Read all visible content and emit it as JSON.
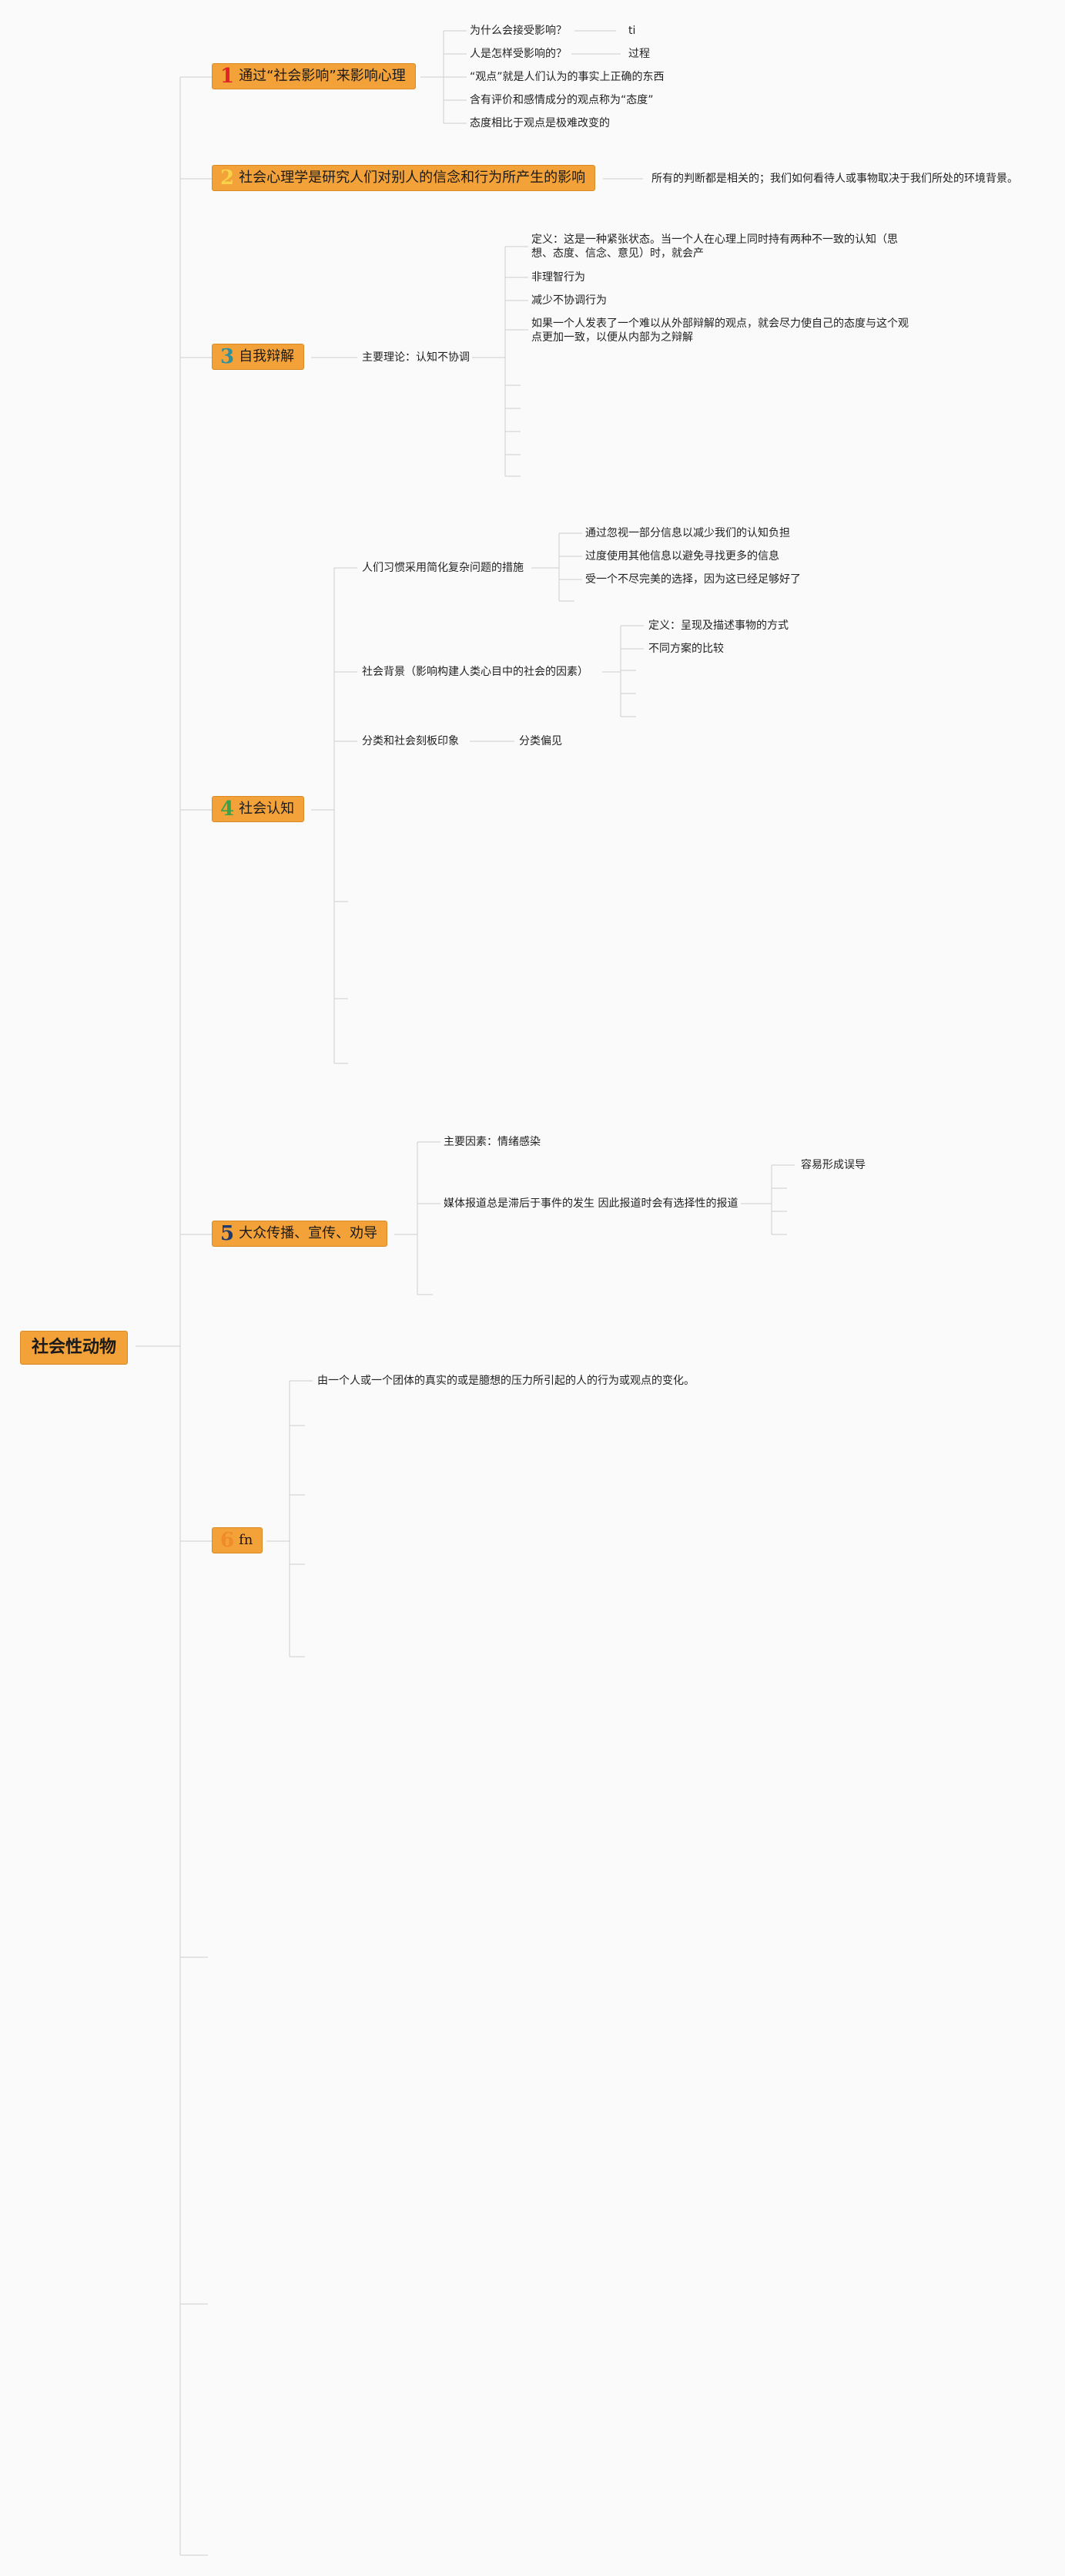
{
  "root": {
    "title": "社会性动物"
  },
  "topics": [
    {
      "num": "1",
      "num_color": "#e0232b",
      "title": "通过“社会影响”来影响心理",
      "children": [
        {
          "text": "为什么会接受影响？",
          "child": "ti"
        },
        {
          "text": "人是怎样受影响的？",
          "child": "过程"
        },
        {
          "text": "“观点”就是人们认为的事实上正确的东西"
        },
        {
          "text": "含有评价和感情成分的观点称为“态度”"
        },
        {
          "text": "态度相比于观点是极难改变的"
        }
      ]
    },
    {
      "num": "2",
      "num_color": "#f7d349",
      "title": "社会心理学是研究人们对别人的信念和行为所产生的影响",
      "note": "所有的判断都是相关的；我们如何看待人或事物取决于我们所处的环境背景。"
    },
    {
      "num": "3",
      "num_color": "#2f8f9d",
      "title": "自我辩解",
      "sub": "主要理论：认知不协调",
      "children": [
        {
          "text": "定义：这是一种紧张状态。当一个人在心理上同时持有两种不一致的认知（思想、态度、信念、意见）时，就会产"
        },
        {
          "text": "非理智行为"
        },
        {
          "text": "减少不协调行为"
        },
        {
          "text": "如果一个人发表了一个难以从外部辩解的观点，就会尽力使自己的态度与这个观点更加一致，以便从内部为之辩解"
        }
      ]
    },
    {
      "num": "4",
      "num_color": "#3aa34a",
      "title": "社会认知",
      "children": [
        {
          "text": "人们习惯采用简化复杂问题的措施",
          "items": [
            "通过忽视一部分信息以减少我们的认知负担",
            "过度使用其他信息以避免寻找更多的信息",
            "受一个不尽完美的选择，因为这已经足够好了"
          ]
        },
        {
          "text": "社会背景（影响构建人类心目中的社会的因素）",
          "items": [
            "定义：呈现及描述事物的方式",
            "不同方案的比较"
          ]
        },
        {
          "text": "分类和社会刻板印象",
          "child": "分类偏见"
        }
      ]
    },
    {
      "num": "5",
      "num_color": "#1f3a6e",
      "title": "大众传播、宣传、劝导",
      "children": [
        {
          "text": "主要因素：情绪感染"
        },
        {
          "text": "媒体报道总是滞后于事件的发生 因此报道时会有选择性的报道",
          "child": "容易形成误导"
        }
      ]
    },
    {
      "num": "6",
      "num_color": "#f08a2a",
      "title": "fn",
      "children": [
        {
          "text": "由一个人或一个团体的真实的或是臆想的压力所引起的人的行为或观点的变化。"
        }
      ]
    }
  ]
}
